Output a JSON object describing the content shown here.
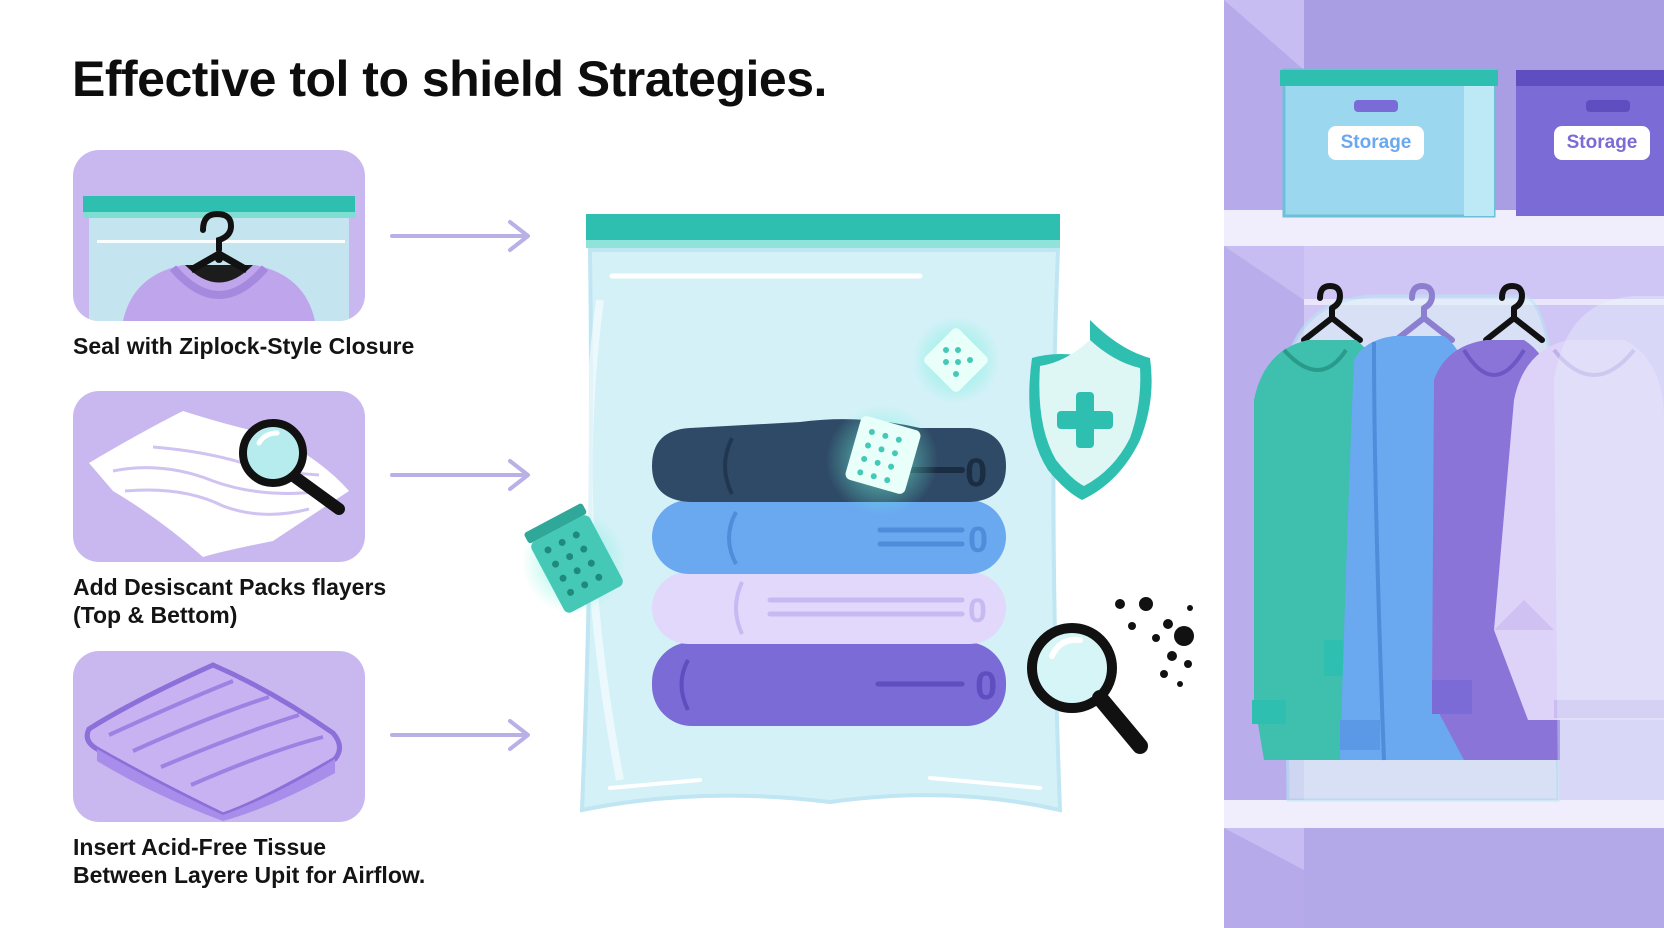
{
  "title": "Effective tol to shield  Strategies.",
  "steps": [
    {
      "label_lines": [
        "Seal with Ziplock-Style Closure"
      ]
    },
    {
      "label_lines": [
        "Add Desiscant Packs flayers",
        "(Top & Bettom)"
      ]
    },
    {
      "label_lines": [
        "Insert Acid-Free Tissue",
        "Between Layere Upit for Airflow."
      ]
    }
  ],
  "closet": {
    "box_labels": [
      "Storage",
      "Storage"
    ]
  },
  "icons": [
    "hanger-icon",
    "tissue-magnifier-icon",
    "folded-blanket-icon",
    "arrow-right-icon",
    "desiccant-pack-icon",
    "shield-plus-icon",
    "magnifier-particles-icon"
  ],
  "colors": {
    "card_lavender": "#c9b8f0",
    "teal": "#2fbfb0",
    "purple": "#7b6bd6",
    "navy": "#2f4a66",
    "blue": "#6aa8f0",
    "closet_wall": "#c7bdf2"
  }
}
